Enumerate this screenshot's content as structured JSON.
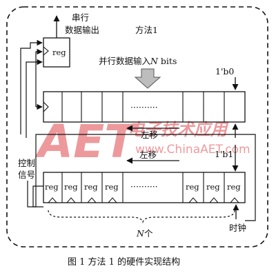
{
  "labels": {
    "serial_out_line1": "串行",
    "serial_out_line2": "数据输出",
    "method": "方法1",
    "parallel_in_prefix": "并行数据输入",
    "parallel_in_var": "N",
    "parallel_in_suffix": " bits",
    "b0": "1'b0",
    "b1": "1'b1",
    "shift_left_top": "左移",
    "shift_left_bottom": "左移",
    "control_line1": "控制",
    "control_line2": "信号",
    "clock": "时钟",
    "count_var": "N",
    "count_suffix": "个",
    "reg_top": "reg",
    "dots": "··········",
    "caption": "图 1   方法 1 的硬件实现结构"
  },
  "reg_cells": [
    "reg",
    "reg",
    "reg",
    "reg",
    "reg",
    "reg",
    "reg"
  ],
  "watermark": {
    "brand": "AET",
    "slogan": "电子技术应用",
    "url": "www.ChinaAET.com",
    "color": "#e0474c"
  }
}
